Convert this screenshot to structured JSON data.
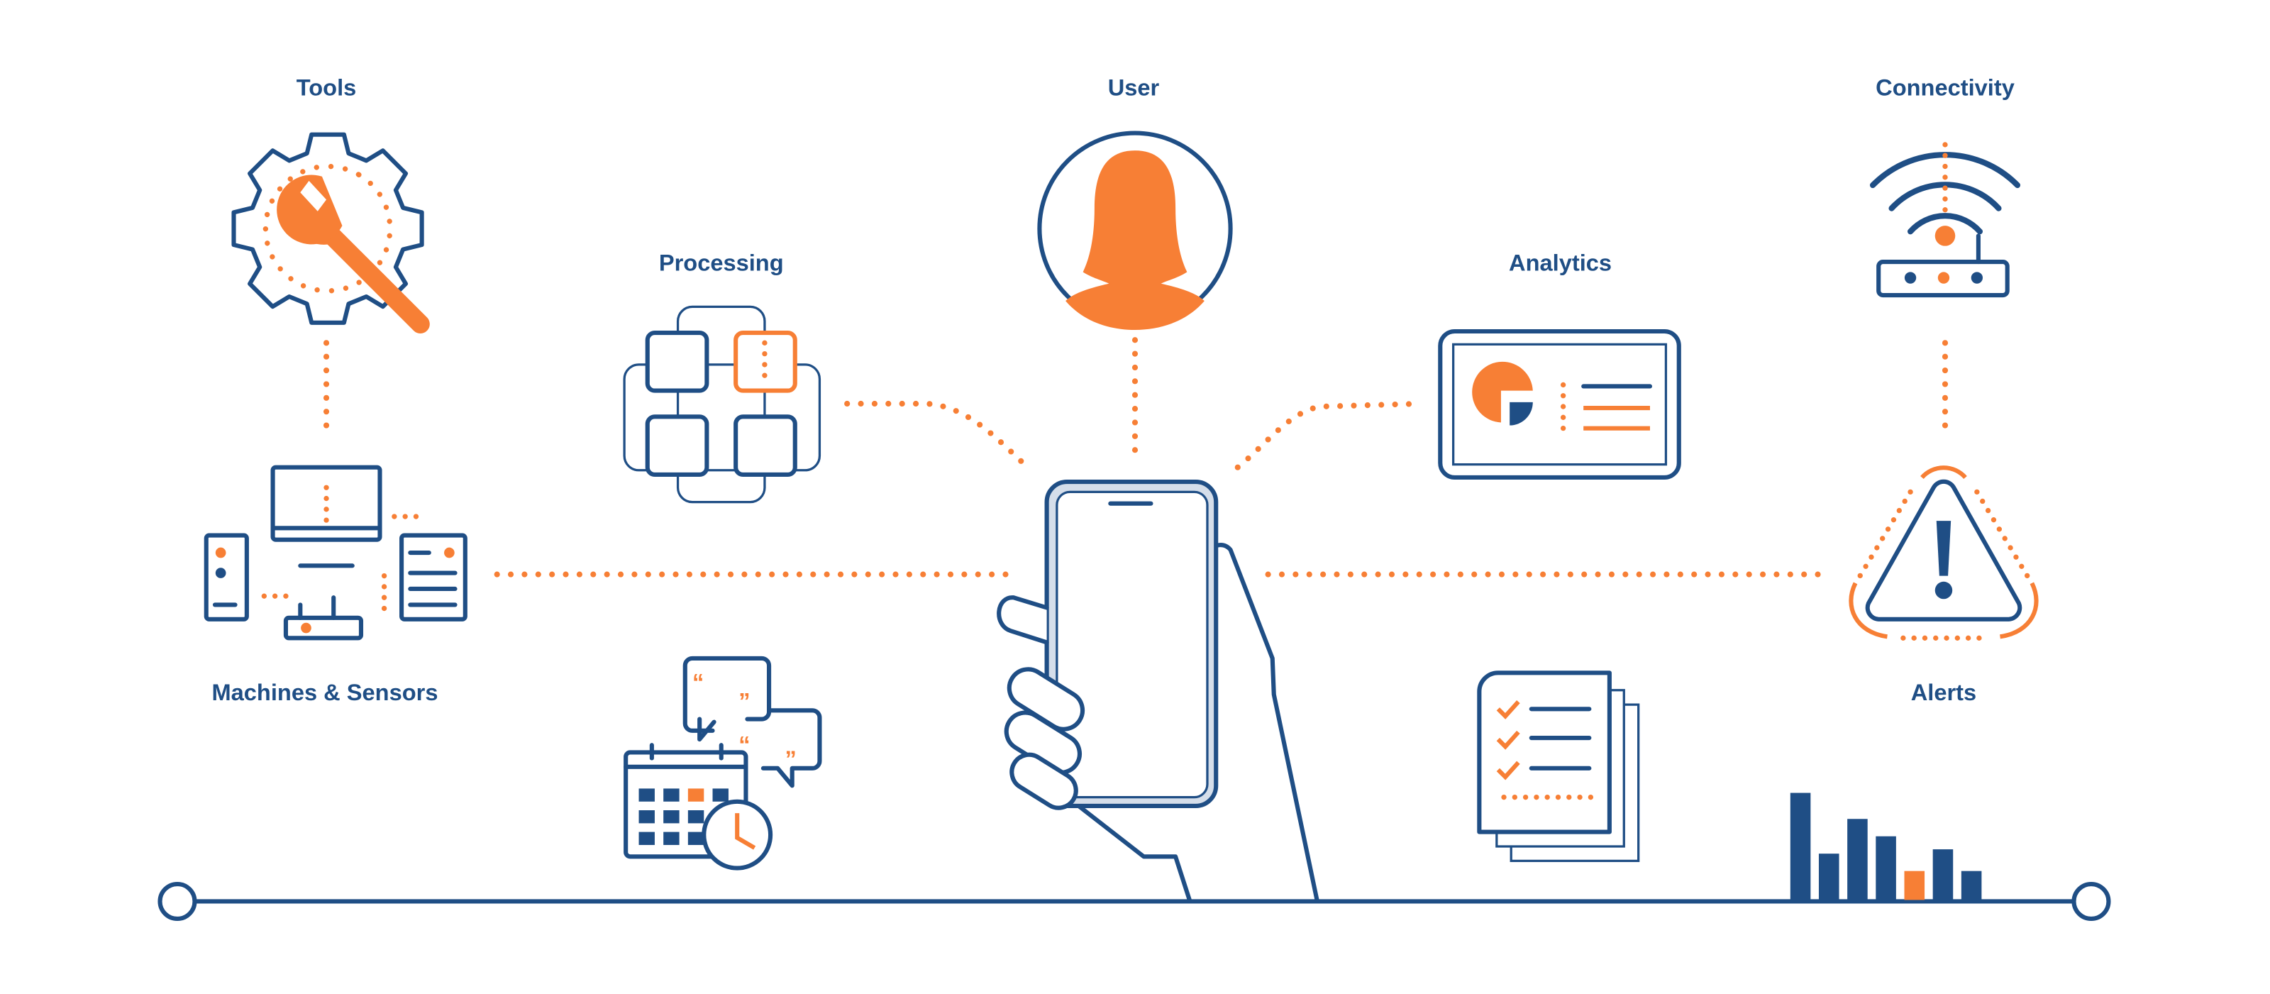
{
  "labels": {
    "tools": "Tools",
    "user": "User",
    "connectivity": "Connectivity",
    "processing": "Processing",
    "analytics": "Analytics",
    "machines": "Machines & Sensors",
    "alerts": "Alerts"
  },
  "colors": {
    "navy": "#1f4e85",
    "orange": "#f77f35",
    "phone_frame": "#d5deea"
  },
  "bar_icon": {
    "values": [
      74,
      32,
      56,
      44,
      20,
      35,
      20
    ],
    "highlight_index": 4
  }
}
